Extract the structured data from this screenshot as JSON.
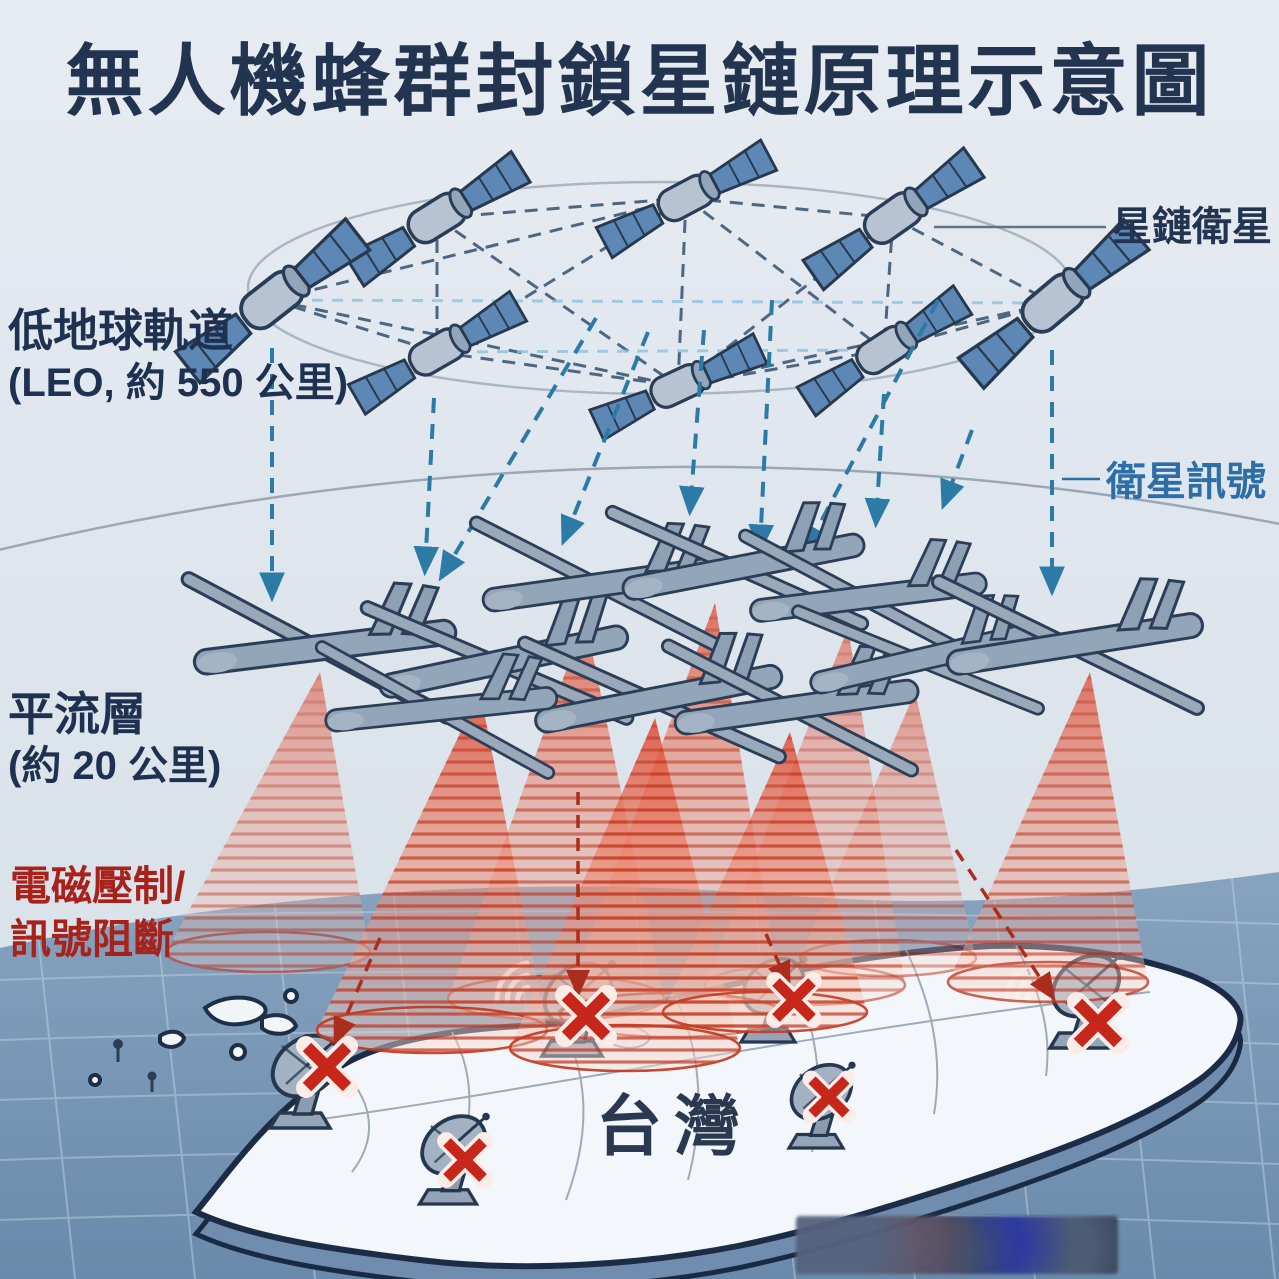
{
  "title": "無人機蜂群封鎖星鏈原理示意圖",
  "labels": {
    "leo_line1": "低地球軌道",
    "leo_line2": "(LEO, 約 550 公里)",
    "starlink_satellite": "星鏈衛星",
    "satellite_signal": "衛星訊號",
    "stratosphere_line1": "平流層",
    "stratosphere_line2": "(約 20 公里)",
    "jamming_line1": "電磁壓制/",
    "jamming_line2": "訊號阻斷",
    "taiwan": "台灣"
  },
  "colors": {
    "title_navy": "#223450",
    "signal_blue": "#2e6ea6",
    "jamming_label_red": "#a8211a",
    "cone_red": "#d93a24",
    "arrow_teal": "#2c7ba6",
    "red_arrow": "#ab2d1d",
    "x_mark_red": "#c7271a",
    "sea_blue": "#7d9ab8",
    "island_fill": "#f3f6fa",
    "drone_gray": "#93a5b8",
    "satellite_panel_blue": "#5d87b4"
  },
  "icons": {
    "satellite": "satellite-icon",
    "drone": "drone-icon",
    "jamming_cone": "jamming-cone",
    "satellite_dish": "satellite-dish-icon",
    "x_mark": "x-mark-icon",
    "signal_arcs": "wifi-signal-icon",
    "down_arrow": "dashed-arrow-icon"
  }
}
